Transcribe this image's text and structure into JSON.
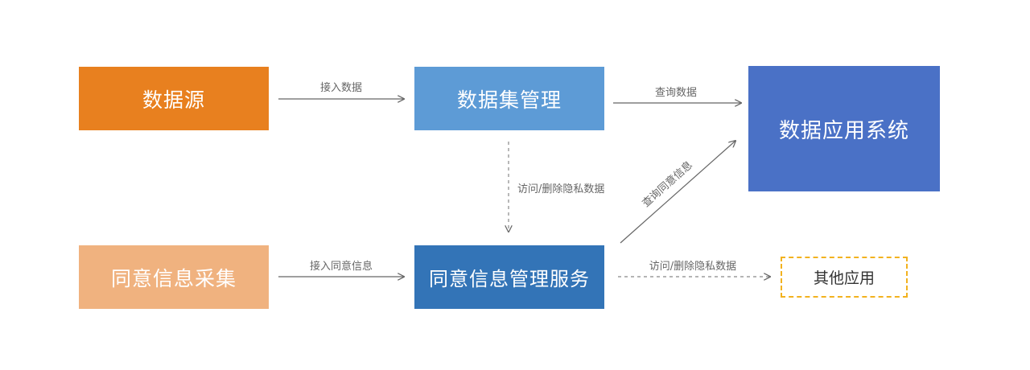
{
  "nodes": {
    "data_source": "数据源",
    "dataset_mgmt": "数据集管理",
    "data_app": "数据应用系统",
    "consent_collect": "同意信息采集",
    "consent_service": "同意信息管理服务",
    "other_app": "其他应用"
  },
  "edges": {
    "source_to_dataset": "接入数据",
    "dataset_to_app": "查询数据",
    "dataset_to_service": "访问/删除隐私数据",
    "service_to_app": "查询同意信息",
    "consent_to_service": "接入同意信息",
    "service_to_other": "访问/删除隐私数据"
  },
  "colors": {
    "data_source": "#e8801f",
    "dataset_mgmt": "#5d9bd6",
    "data_app": "#4a71c6",
    "consent_collect": "#f0b27f",
    "consent_service": "#3374b7",
    "other_app_border": "#f2b21f",
    "arrow": "#666666"
  }
}
